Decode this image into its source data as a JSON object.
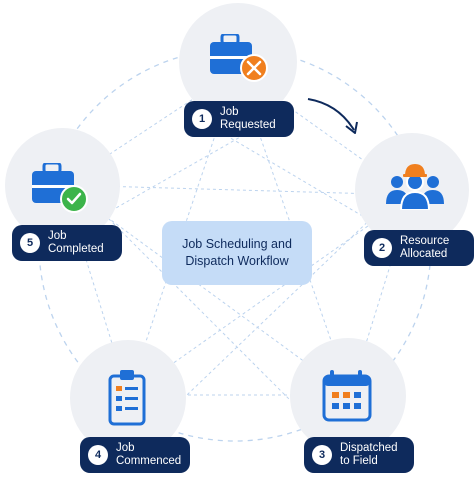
{
  "title": {
    "line1": "Job Scheduling and",
    "line2": "Dispatch Workflow"
  },
  "steps": [
    {
      "num": "1",
      "line1": "Job",
      "line2": "Requested",
      "icon": "briefcase-tools-icon"
    },
    {
      "num": "2",
      "line1": "Resource",
      "line2": "Allocated",
      "icon": "team-hardhat-icon"
    },
    {
      "num": "3",
      "line1": "Dispatched",
      "line2": "to Field",
      "icon": "calendar-icon"
    },
    {
      "num": "4",
      "line1": "Job",
      "line2": "Commenced",
      "icon": "clipboard-checklist-icon"
    },
    {
      "num": "5",
      "line1": "Job",
      "line2": "Completed",
      "icon": "briefcase-check-icon"
    }
  ],
  "colors": {
    "navy": "#0e2a5c",
    "blue": "#1f6fd6",
    "orange": "#f07f1e",
    "green": "#3cb44a",
    "circle": "#eef0f4",
    "center": "#c5dcf7",
    "dash": "#bcd3ee"
  }
}
